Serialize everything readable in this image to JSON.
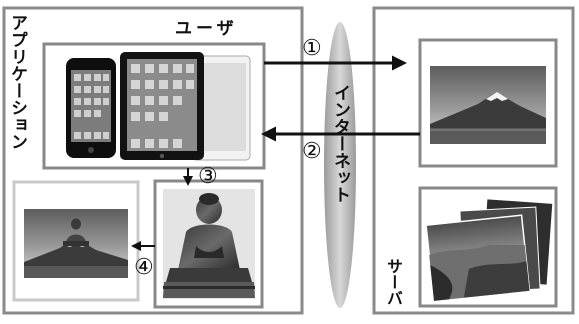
{
  "labels": {
    "user": "ユーザ",
    "application": "アプリケーション",
    "internet": "インターネット",
    "server": "サーバ"
  },
  "steps": {
    "s1": "①",
    "s2": "②",
    "s3": "③",
    "s4": "④"
  },
  "images": {
    "devices": "device-photo-icon",
    "server_photo": "mount-fuji-photo-icon",
    "server_stack": "coastline-photo-stack-icon",
    "buddha": "great-buddha-photo-icon",
    "composite": "buddha-over-fuji-photo-icon"
  }
}
